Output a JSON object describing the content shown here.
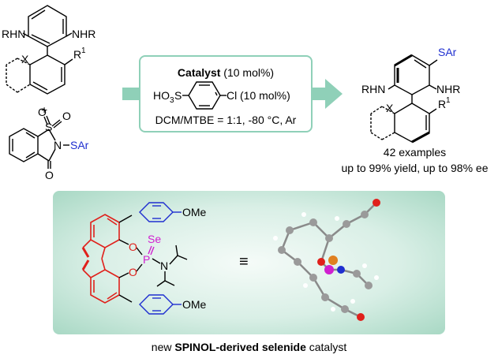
{
  "reactants": {
    "top": {
      "nh_left": "RHN",
      "nh_right": "NHR",
      "ring_atom": "X",
      "substituent": "R",
      "sub_sup": "1"
    },
    "plus": "+",
    "bottom": {
      "s": "S",
      "o1": "O",
      "o2": "O",
      "n": "N",
      "n_sub": "SAr",
      "o3": "O"
    }
  },
  "conditions": {
    "catalyst_label": "Catalyst",
    "catalyst_loading": " (10 mol%)",
    "acid_prefix": "HO",
    "acid_sub": "3",
    "acid_s": "S",
    "acid_cl": "Cl",
    "acid_loading": "(10 mol%)",
    "solvent": "DCM/MTBE = 1:1, -80 °C, Ar"
  },
  "product": {
    "sar": "SAr",
    "nh_left": "RHN",
    "nh_right": "NHR",
    "ring_atom": "X",
    "substituent": "R",
    "sub_sup": "1"
  },
  "summary": {
    "examples": "42 examples",
    "yield": "up to 99% yield, up to 98% ee"
  },
  "catalyst": {
    "ome_top": "OMe",
    "ome_bottom": "OMe",
    "se": "Se",
    "p": "P",
    "o_top": "O",
    "o_bottom": "O",
    "n": "N",
    "equiv": "≡"
  },
  "caption": {
    "prefix": "new ",
    "bold": "SPINOL-derived selenide",
    "suffix": " catalyst"
  },
  "colors": {
    "accent": "#8fd0b8",
    "red": "#e0201b",
    "blue": "#1f2fd0",
    "magenta": "#d020d0"
  }
}
